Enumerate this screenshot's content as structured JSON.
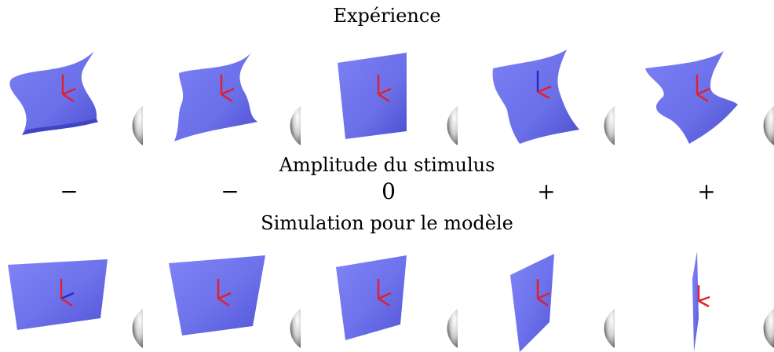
{
  "titles": {
    "experiment": "Expérience",
    "stimulus": "Amplitude du stimulus",
    "simulation": "Simulation pour le modèle"
  },
  "amplitude_signs": [
    "−",
    "−",
    "0",
    "+",
    "+"
  ],
  "colors": {
    "surface": "#6f73f0",
    "surface_dark": "#4a4fd6",
    "axis_red": "#e0202c",
    "axis_blue": "#2a2acb",
    "sphere_light": "#ffffff",
    "sphere_dark": "#3b3b3b"
  },
  "icons": [
    "surface-patch",
    "axis-triad-icon",
    "sphere-icon"
  ]
}
